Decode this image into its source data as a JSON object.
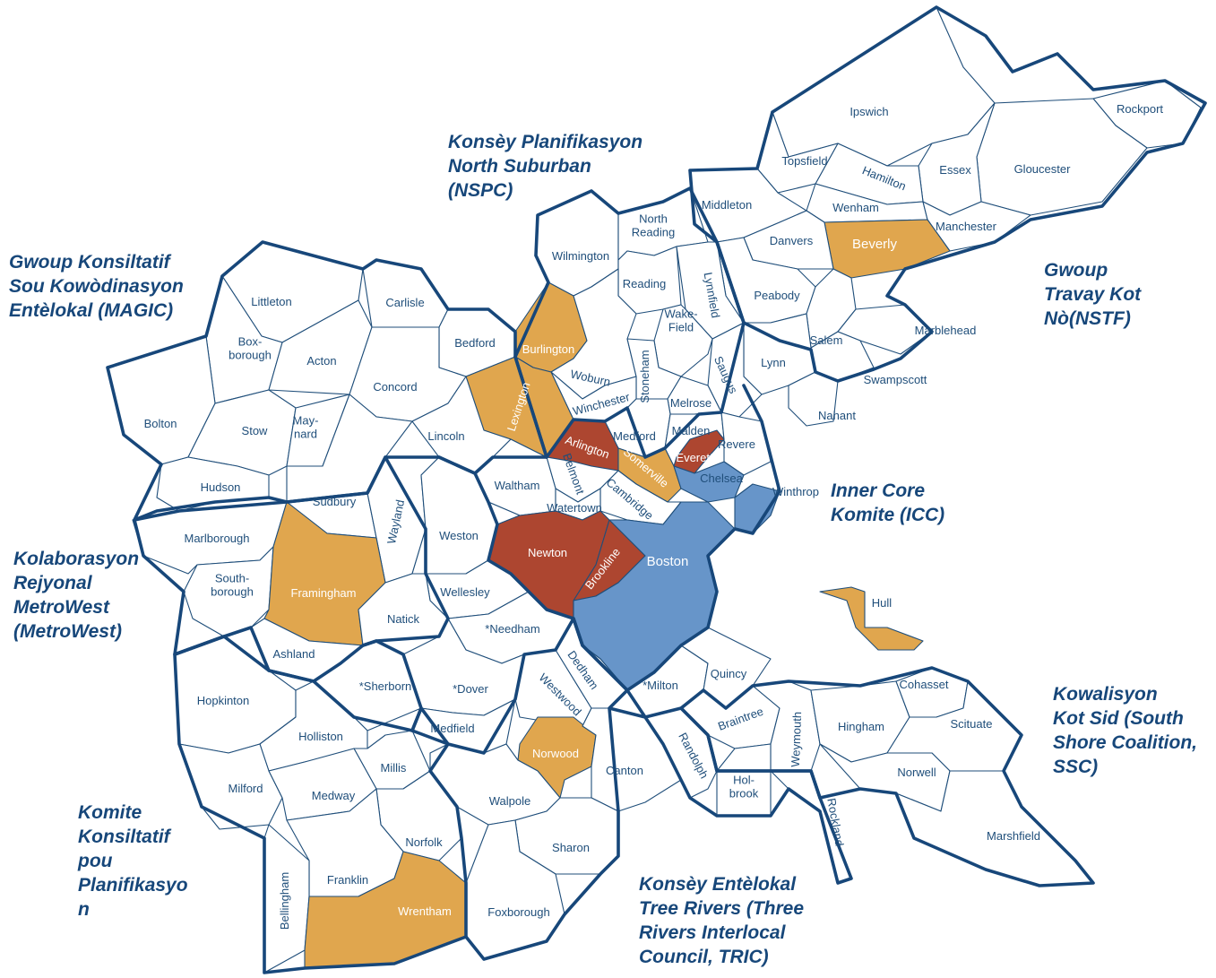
{
  "colors": {
    "white": "#ffffff",
    "gold": "#e0a64e",
    "red": "#ad4630",
    "blue": "#6795c9",
    "boundary": "#17477a",
    "label": "#1f4e7a"
  },
  "regions": {
    "nspc": "Konsèy Planifikasyon\nNorth Suburban\n(NSPC)",
    "magic": "Gwoup Konsiltatif\nSou Kowòdinasyon\nEntèlokal  (MAGIC)",
    "nstf": "Gwoup\nTravay Kot\nNò(NSTF)",
    "icc": "Inner Core\nKomite (ICC)",
    "metrowest": "Kolaborasyon\nRejyonal\nMetroWest\n(MetroWest)",
    "ssc": "Kowalisyon\nKot Sid (South\nShore Coalition,\nSSC)",
    "swap": "Komite\nKonsiltatif\npou\nPlanifikasyo\nn",
    "tric": "Konsèy Entèlokal\nTree Rivers (Three\nRivers Interlocal\nCouncil, TRIC)"
  },
  "towns": {
    "ipswich": "Ipswich",
    "rockport": "Rockport",
    "topsfield": "Topsfield",
    "hamilton": "Hamilton",
    "essex": "Essex",
    "gloucester": "Gloucester",
    "middleton": "Middleton",
    "wenham": "Wenham",
    "manchester": "Manchester",
    "danvers": "Danvers",
    "beverly": "Beverly",
    "north_reading": "North\nReading",
    "wilmington": "Wilmington",
    "reading": "Reading",
    "lynnfield": "Lynnfield",
    "peabody": "Peabody",
    "littleton": "Littleton",
    "carlisle": "Carlisle",
    "boxborough": "Box-\nborough",
    "acton": "Acton",
    "bedford": "Bedford",
    "burlington": "Burlington",
    "wakefield": "Wake-\nField",
    "salem": "Salem",
    "marblehead": "Marblehead",
    "concord": "Concord",
    "woburn": "Woburn",
    "stoneham": "Stoneham",
    "saugus": "Saugus",
    "lynn": "Lynn",
    "swampscott": "Swampscott",
    "bolton": "Bolton",
    "stow": "Stow",
    "maynard": "May-\nnard",
    "lexington": "Lexington",
    "winchester": "Winchester",
    "melrose": "Melrose",
    "nahant": "Nahant",
    "lincoln": "Lincoln",
    "arlington": "Arlington",
    "medford": "Medford",
    "malden": "Malden",
    "revere": "Revere",
    "everett": "Everett",
    "belmont": "Belmont",
    "somerville": "Somerville",
    "hudson": "Hudson",
    "waltham": "Waltham",
    "chelsea": "Chelsea",
    "winthrop": "Winthrop",
    "sudbury": "Sudbury",
    "cambridge": "Cambridge",
    "watertown": "Watertown",
    "wayland": "Wayland",
    "marlborough": "Marlborough",
    "weston": "Weston",
    "newton": "Newton",
    "boston": "Boston",
    "brookline": "Brookline",
    "framingham": "Framingham",
    "southborough": "South-\nborough",
    "wellesley": "Wellesley",
    "hull": "Hull",
    "natick": "Natick",
    "needham": "*Needham",
    "ashland": "Ashland",
    "hopkinton": "Hopkinton",
    "sherborn": "*Sherborn",
    "dover": "*Dover",
    "dedham": "Dedham",
    "westwood": "Westwood",
    "milton": "*Milton",
    "quincy": "Quincy",
    "cohasset": "Cohasset",
    "holliston": "Holliston",
    "medfield": "Medfield",
    "braintree": "Braintree",
    "weymouth": "Weymouth",
    "hingham": "Hingham",
    "scituate": "Scituate",
    "norwood": "Norwood",
    "millis": "Millis",
    "canton": "Canton",
    "randolph": "Randolph",
    "milford": "Milford",
    "medway": "Medway",
    "walpole": "Walpole",
    "holbrook": "Hol-\nbrook",
    "norwell": "Norwell",
    "norfolk": "Norfolk",
    "rockland": "Rockland",
    "sharon": "Sharon",
    "franklin": "Franklin",
    "marshfield": "Marshfield",
    "bellingham": "Bellingham",
    "wrentham": "Wrentham",
    "foxborough": "Foxborough"
  }
}
